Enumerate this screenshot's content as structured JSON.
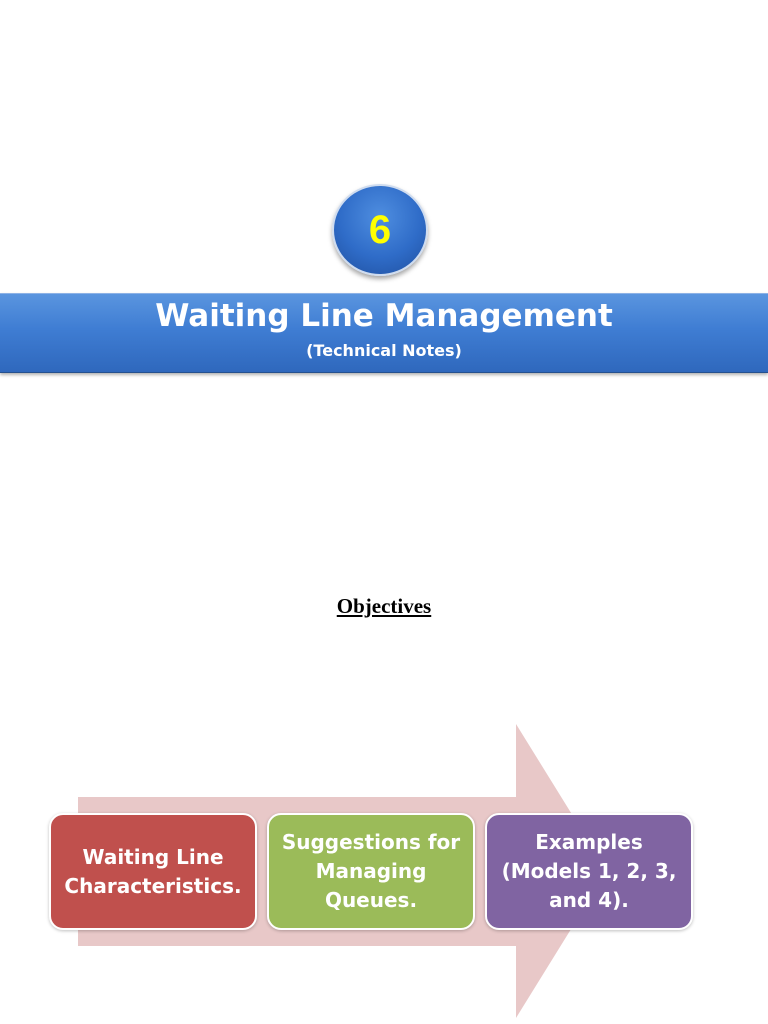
{
  "chapter": {
    "number": "6"
  },
  "title": {
    "main": "Waiting Line Management",
    "subtitle": "(Technical Notes)"
  },
  "objectives": {
    "heading": "Objectives",
    "items": [
      {
        "label": "Waiting Line Characteristics.",
        "color": "#c0504d"
      },
      {
        "label": "Suggestions for Managing Queues.",
        "color": "#9bbb59"
      },
      {
        "label": "Examples (Models 1, 2, 3, and 4).",
        "color": "#8064a2"
      }
    ],
    "arrow_color": "#e8c8c8"
  }
}
